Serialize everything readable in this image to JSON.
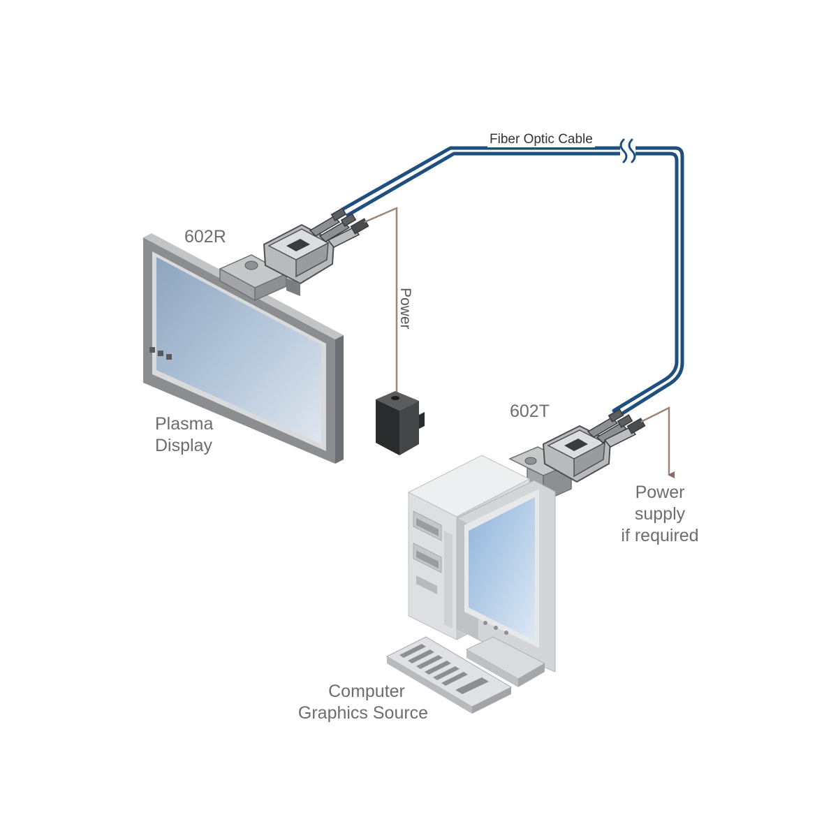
{
  "labels": {
    "fiber_cable": "Fiber Optic Cable",
    "receiver_model": "602R",
    "transmitter_model": "602T",
    "power": "Power",
    "plasma_line1": "Plasma",
    "plasma_line2": "Display",
    "power_supply_line1": "Power",
    "power_supply_line2": "supply",
    "power_supply_line3": "if required",
    "computer_line1": "Computer",
    "computer_line2": "Graphics Source"
  },
  "colors": {
    "fiber_cable": "#1f4f7f",
    "power_cable": "#9a8578",
    "arrow": "#8a6f66",
    "device_gray": "#a9aaad",
    "screen_blue": "#b9cde2",
    "label_text": "#6d6d6d"
  }
}
